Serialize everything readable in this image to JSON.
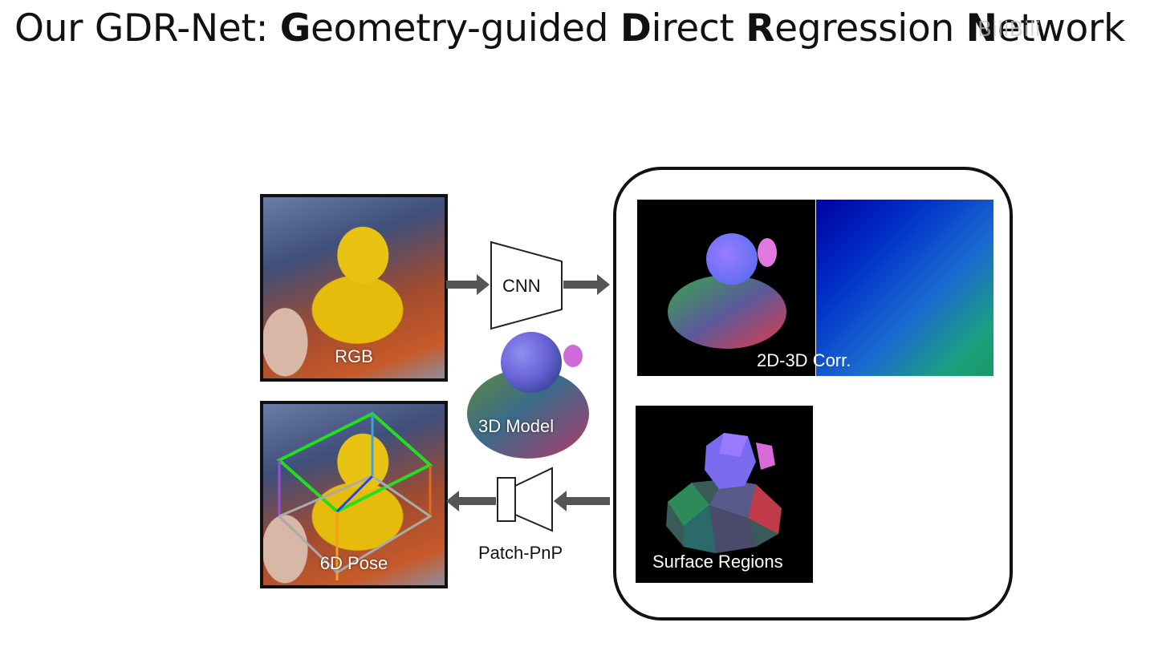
{
  "title": {
    "prefix": "Our GDR-Net: ",
    "g_bold": "G",
    "g_rest": "eometry-guided ",
    "d_bold": "D",
    "d_rest": "irect ",
    "r_bold": "R",
    "r_rest": "egression ",
    "n_bold": "N",
    "n_rest": "etwork"
  },
  "watermark": "BiliBili",
  "inputs": {
    "rgb_label": "RGB",
    "pose_label": "6D Pose"
  },
  "modules": {
    "cnn_label": "CNN",
    "pnp_label": "Patch-PnP",
    "model_label": "3D Model"
  },
  "outputs": {
    "corr_label": "2D-3D Corr.",
    "regions_label": "Surface Regions"
  },
  "colors": {
    "arrow": "#555555",
    "box_edge_top": "#22dd22",
    "panel_bg": "#000000"
  }
}
